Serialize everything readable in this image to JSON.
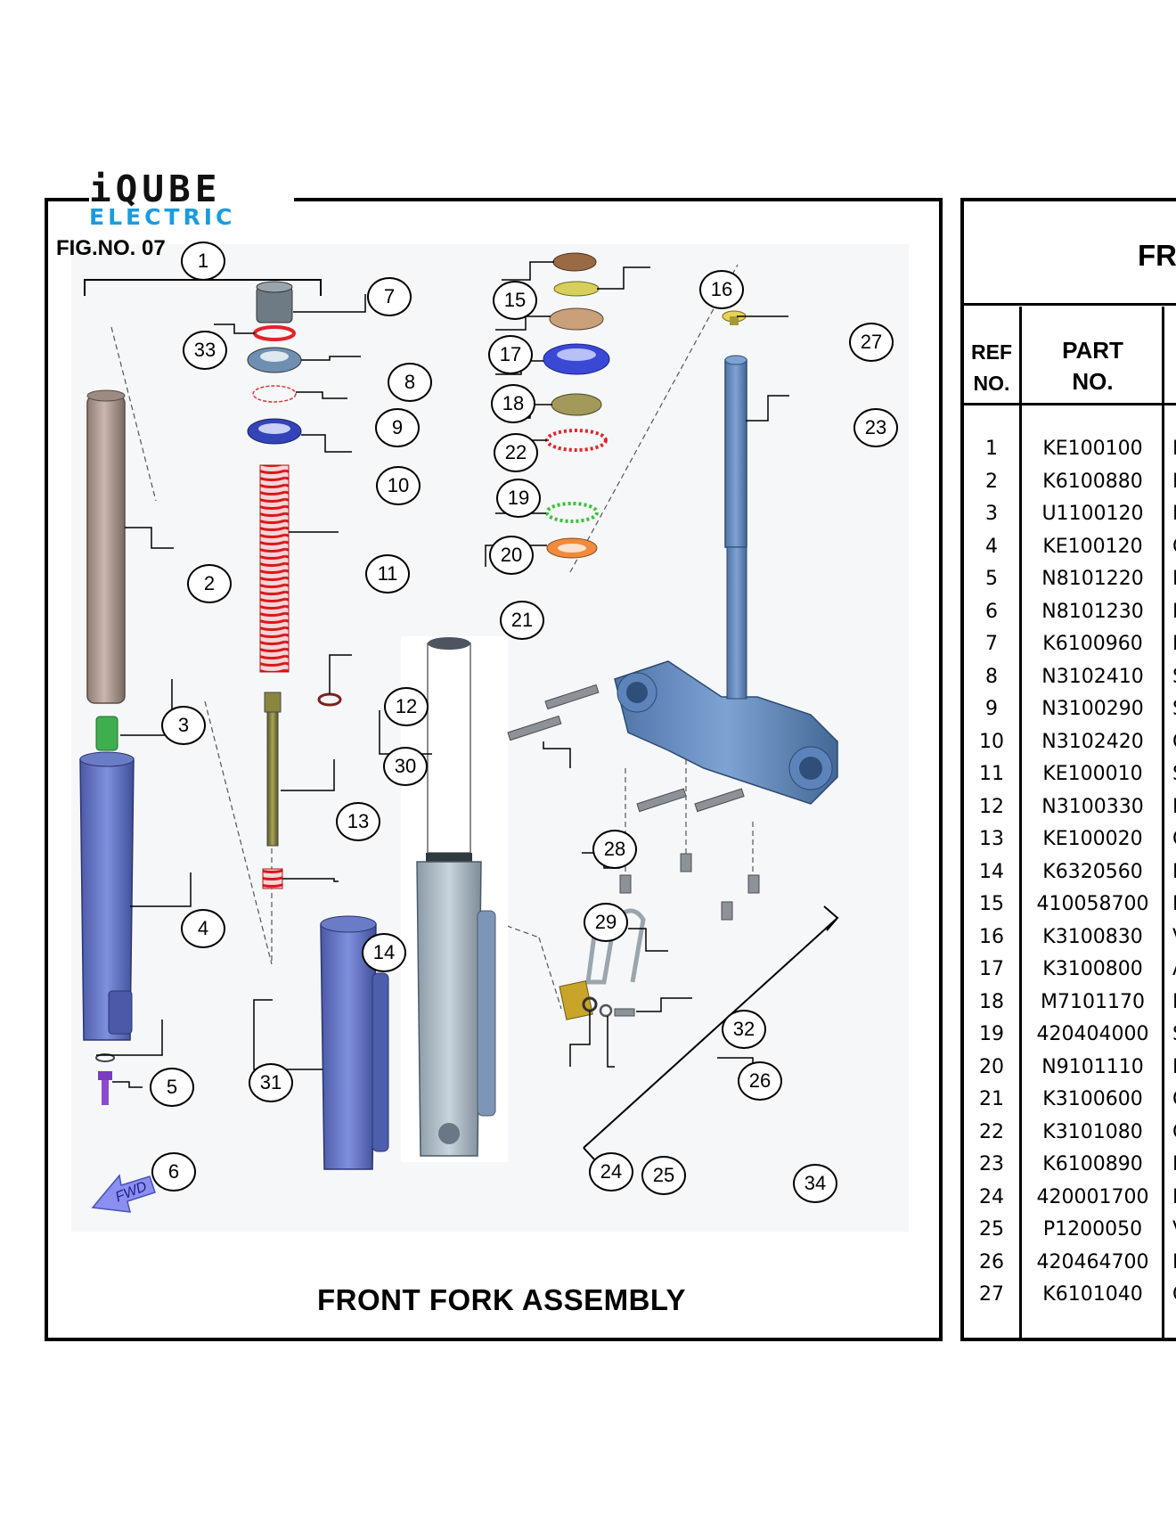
{
  "logo": {
    "line1": "iQUBE",
    "line2": "ELECTRIC"
  },
  "figure": {
    "fig_no": "FIG.NO. 07",
    "title": "FRONT FORK ASSEMBLY",
    "fwd_label": "FWD"
  },
  "callouts": [
    "1",
    "2",
    "3",
    "4",
    "5",
    "6",
    "7",
    "8",
    "9",
    "10",
    "11",
    "12",
    "13",
    "14",
    "15",
    "16",
    "17",
    "18",
    "19",
    "20",
    "21",
    "22",
    "23",
    "24",
    "25",
    "26",
    "27",
    "28",
    "29",
    "30",
    "31",
    "32",
    "33",
    "34"
  ],
  "table": {
    "title": "FR",
    "headers": {
      "ref_line1": "REF",
      "ref_line2": "NO.",
      "part_line1": "PART",
      "part_line2": "NO."
    },
    "rows": [
      {
        "ref": "1",
        "part_no": "KE100100",
        "desc": "L"
      },
      {
        "ref": "2",
        "part_no": "K6100880",
        "desc": "I"
      },
      {
        "ref": "3",
        "part_no": "U1100120",
        "desc": "F"
      },
      {
        "ref": "4",
        "part_no": "KE100120",
        "desc": "C"
      },
      {
        "ref": "5",
        "part_no": "N8101220",
        "desc": "F"
      },
      {
        "ref": "6",
        "part_no": "N8101230",
        "desc": "H"
      },
      {
        "ref": "7",
        "part_no": "K6100960",
        "desc": "N"
      },
      {
        "ref": "8",
        "part_no": "N3102410",
        "desc": "S"
      },
      {
        "ref": "9",
        "part_no": "N3100290",
        "desc": "S"
      },
      {
        "ref": "10",
        "part_no": "N3102420",
        "desc": "C"
      },
      {
        "ref": "11",
        "part_no": "KE100010",
        "desc": "S"
      },
      {
        "ref": "12",
        "part_no": "N3100330",
        "desc": "F"
      },
      {
        "ref": "13",
        "part_no": "KE100020",
        "desc": "C"
      },
      {
        "ref": "14",
        "part_no": "K6320560",
        "desc": "F"
      },
      {
        "ref": "15",
        "part_no": "410058700",
        "desc": "L"
      },
      {
        "ref": "16",
        "part_no": "K3100830",
        "desc": "V"
      },
      {
        "ref": "17",
        "part_no": "K3100800",
        "desc": "A"
      },
      {
        "ref": "18",
        "part_no": "M7101170",
        "desc": "D"
      },
      {
        "ref": "19",
        "part_no": "420404000",
        "desc": "S"
      },
      {
        "ref": "20",
        "part_no": "N9101110",
        "desc": "E"
      },
      {
        "ref": "21",
        "part_no": "K3100600",
        "desc": "C"
      },
      {
        "ref": "22",
        "part_no": "K3101080",
        "desc": "C"
      },
      {
        "ref": "23",
        "part_no": "K6100890",
        "desc": "L"
      },
      {
        "ref": "24",
        "part_no": "420001700",
        "desc": "F"
      },
      {
        "ref": "25",
        "part_no": "P1200050",
        "desc": "V"
      },
      {
        "ref": "26",
        "part_no": "420464700",
        "desc": "H"
      },
      {
        "ref": "27",
        "part_no": "K6101040",
        "desc": "C"
      }
    ]
  },
  "colors": {
    "accent_blue": "#1a9be0",
    "fork_blue": "#5f73c9",
    "steel_blue": "#5b82b5",
    "spring_red": "#e0242a"
  }
}
